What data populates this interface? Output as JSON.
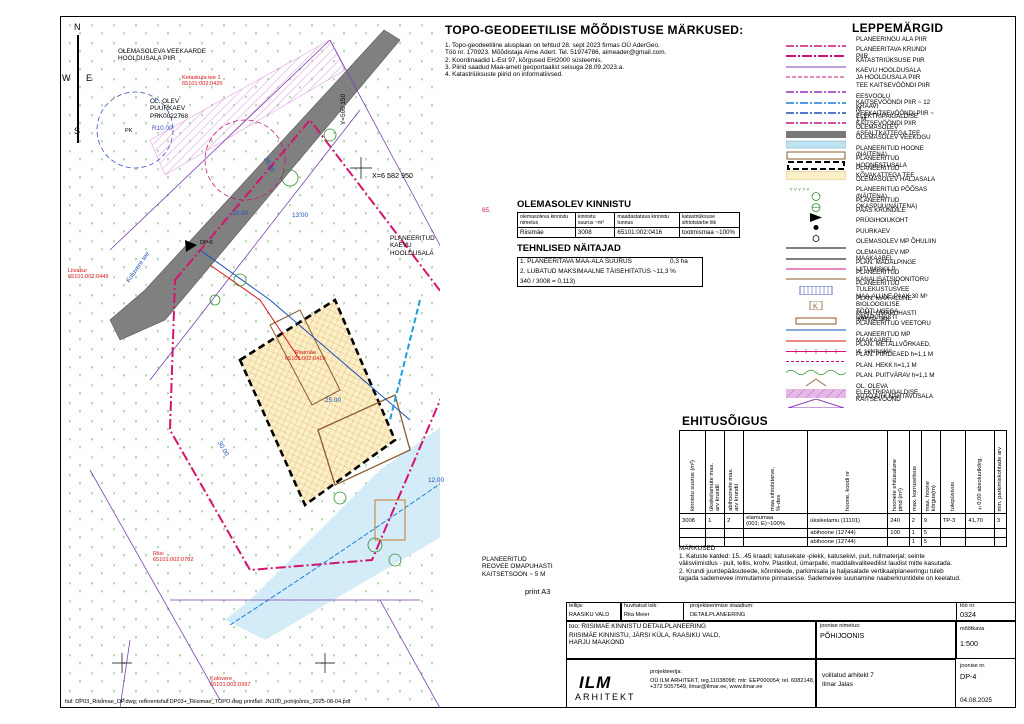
{
  "file_path_line": "fail: DP03_Riisimae_DP.dwg;  referentsfail:DP03+_Riisimae_TOPO.dwg printfail:  JN100_pohijoonis_2025-08-04.pdf",
  "compass": {
    "n": "N",
    "w": "W",
    "e": "E",
    "s": "S"
  },
  "topo": {
    "title": "TOPO-GEODEETILISE MÕÕDISTUSE MÄRKUSED:",
    "lines": "1. Topo-geodeetiline alusplaan on tehtud 28. sept 2023 firmas OÜ AderGeo.\nTöö nr. 170923. Mõõdistaja Aime Adert. Tel. 51974786, aimeader@gmail.com.\n2. Koordinaadid L-Est 97, kõrgused EH2000 süsteemis.\n3. Piirid saadud Maa-ameti geoportaalist seisuga 28.09.2023.a.\n4. Katastriüksuste piirid on informatiivsed."
  },
  "kinnistu": {
    "title": "OLEMASOLEV KINNISTU",
    "headers": [
      "olemasoleva kinnistu nimetus",
      "kinnistu suurus ~m²",
      "maadastatava kinnistu tunnus",
      "katastriüksuse sihtotstarbe liik"
    ],
    "row": [
      "Riisimäe",
      "3008",
      "65101:002:0416",
      "tootmismaa ~100%"
    ]
  },
  "tehnilised": {
    "title": "TEHNLISED NÄITAJAD",
    "r1_label": "1. PLANEERITAVA MAA-ALA SUURUS",
    "r1_value": "0,3 ha",
    "r2_label": "2. LUBATUD MAKSIMAALNE TÄISEHITATUS ~11,3 %",
    "r2_calc": "340 / 3008 = 0,113)"
  },
  "legend": {
    "title": "LEPPEMÄRGID",
    "items": [
      {
        "label": "PLANEERINGU ALA PIIR",
        "color": "#d4146e",
        "style": "dashdot"
      },
      {
        "label": "PLANEERITAVA KRUNDI PIIR",
        "color": "#c8147a",
        "style": "dashdot2"
      },
      {
        "label": "KATASTRIÜKSUSE PIIR",
        "color": "#7b3fb3",
        "style": "solid"
      },
      {
        "label": "KAEVU HOOLDUSALA\nJA HOOLDUSALA PIIR",
        "color": "#c8147a",
        "style": "dash"
      },
      {
        "label": "TEE KAITSEVÖÖNDI PIIR",
        "color": "#9a2eb8",
        "style": "dashdot"
      },
      {
        "label": "EESVOOLU KAITSEVÖÖNDI PIIR ~ 12 M",
        "color": "#1a7fd6",
        "style": "dashdot"
      },
      {
        "label": "KRAAVI VEEKAITSEVÖÖNDI PIIR ~ 1 M",
        "color": "#1a4fb6",
        "style": "dashdot"
      },
      {
        "label": "ELEKTRIPAIGALDISE KAITSEVÖÖNDI PIIR",
        "color": "#c8147a",
        "style": "dashdot"
      },
      {
        "label": "OLEMASOLEV ASFALTKATTEGA TEE",
        "color": "#777777",
        "style": "band"
      },
      {
        "label": "OLEMASOLEV VEEKOGU",
        "color": "#bfe3f2",
        "style": "fill"
      },
      {
        "label": "PLANEERITUD HOONE (NÄITENA)",
        "color": "#8b5a2b",
        "style": "box"
      },
      {
        "label": "PLANEERITUD HOONESTUSALA",
        "color": "#000000",
        "style": "thickdash"
      },
      {
        "label": "PLANEERITUD KÕVAKATTEGA TEE",
        "color": "#000000",
        "style": "checker"
      },
      {
        "label": "OLEMASOLEV HALJASALA",
        "color": "#2f8f2f",
        "style": "grass"
      },
      {
        "label": "PLANEERITUD PÕÕSAS (NÄITENA)",
        "color": "#2f8f2f",
        "style": "bush"
      },
      {
        "label": "PLANEERITUD OKASPUU(NÄITENA)",
        "color": "#2f8f2f",
        "style": "tree"
      },
      {
        "label": "PÄÄS KRUNDILE",
        "color": "#000000",
        "style": "arrow"
      },
      {
        "label": "PRÜGIHOIUKOHT",
        "color": "#000000",
        "style": "dot"
      },
      {
        "label": "PUURKAEV",
        "color": "#000000",
        "style": "pk"
      },
      {
        "label": "OLEMASOLEV MP ÕHULIIN",
        "color": "#000000",
        "style": "line"
      },
      {
        "label": "OLEMASOLEV MP MAAKAABEL",
        "color": "#000000",
        "style": "line"
      },
      {
        "label": "PLAN. MADALPINGE LIITUMISKILP",
        "color": "#c8147a",
        "style": "line"
      },
      {
        "label": "PLANEERITUD KANALISATSIOONITORU",
        "color": "#8b5a2b",
        "style": "line"
      },
      {
        "label": "PLANEERITUD TULEKUSTUSVEE\nMAA-ALUNE PAAK 30 M³",
        "color": "#3b4fbf",
        "style": "tank"
      },
      {
        "label": "PLAN. MAA-ALUNE BIOLOOGILISE\nTÖÖTLUSEGA OMAPUHASTI",
        "color": "#8b5a2b",
        "style": "kbox"
      },
      {
        "label": "PLAN. OMAPUHASTI IMBVÄLJAK",
        "color": "#8b5a2b",
        "style": "bracket"
      },
      {
        "label": "PLANEERITUD VEETORU",
        "color": "#1a4fb6",
        "style": "line"
      },
      {
        "label": "PLANEERITUD MP MAAKAABEL",
        "color": "#d41414",
        "style": "line"
      },
      {
        "label": "PLAN. METALLVÕRKAED, vt. seletuskiri",
        "color": "#d4146e",
        "style": "fence"
      },
      {
        "label": "PLAN. PIIRDEAED h=1,1 M",
        "color": "#c8147a",
        "style": "fence2"
      },
      {
        "label": "PLAN. HEKK h=1,1 M",
        "color": "#2f8f2f",
        "style": "hedge"
      },
      {
        "label": "PLAN. PUITVÄRAV h=1,1 M",
        "color": "#8b5a2b",
        "style": "gate"
      },
      {
        "label": "OL. OLEVA ELEKTRIPAIGALDISE KAITSEVÖÖND",
        "color": "#e6b8e6",
        "style": "hatch"
      },
      {
        "label": "AUTOJUHI NÄHTAVUSALA",
        "color": "#8a3fb3",
        "style": "triangle"
      }
    ]
  },
  "ehitusoigus": {
    "title": "EHITUSÕIGUS",
    "headers": [
      "kinnistu suurus (m²)",
      "üksikelamute max.\narv krundil",
      "abihoonete max.\narv krundil",
      "maa sihtotstarve,\n%-des",
      "hoone, koodi nr",
      "hoonete ehitusalune\npind (m²)",
      "max. korruselisus",
      "max. hoone\nkõrgus(m)",
      "tulepüsivus",
      "±0,00 absoluutkõrg.",
      "min. parkimiskohtade arv"
    ],
    "rows": [
      [
        "3008",
        "1",
        "2",
        "elamumaa\n(001; E)~100%",
        "üksikelamu (11101)",
        "240",
        "2",
        "9",
        "TP-3",
        "41,70",
        "3"
      ],
      [
        "",
        "",
        "",
        "",
        "abihoone (12744)",
        "100",
        "1",
        "5",
        "",
        "",
        ""
      ],
      [
        "",
        "",
        "",
        "",
        "abihoone (12744)",
        "",
        "1",
        "5",
        "",
        "",
        ""
      ]
    ],
    "notes_title": "MÄRKUSED",
    "notes": "1. Katuste kalded: 15...45 kraadi; katusekate -plekk, katusekivi, puit, rullmaterjal; seinte\nvälisviimistlus - puit, tellis, krohv. Plastikut, ümarpalki, maddalkvaliteedilist laudist mitte kasutada.\n2. Krundi juurdepääsuteede, kõnniteede, parkimisala ja haljasalade vertikaalplaneeringu tuleb\ntagada sademevee immutamine pinnasesse. Sademevee suunamine naaberkruntidele on keelatud."
  },
  "map_labels": {
    "ol_veehoolde": "OLEMASOLEVA VEEKAARDE\nHOOLDUSALA PIIR",
    "ol_puurkaev": "OL. OLEV\nPUURKAEV\nPRK0022768",
    "pk1": "PK",
    "r10": "R10.00",
    "plan_kaevu": "PLANEERITUD\nKAEVU\nHOOLDUSALA",
    "plan_reovee": "PLANEERITUD\nREOVEE OMAPUHASTI\nKAITSETSOON ~ 5 M",
    "y_coord": "Y=560 150",
    "x_coord": "X=6 582 950",
    "dp6": "DP-6",
    "dp_label": "65.",
    "riisimae": "Riisimäe\n65101:002:0416",
    "liivakur": "Liivakur\n65101:002:0449",
    "riisi": "Riisi\n65101:002:0782",
    "kolovere_bottom": "Kolovere\n65101:002:0397",
    "ketaskula": "Ketaskula tee 1\n65101:002:0426",
    "koluvere_tee": "Koluvere tee",
    "dim_13": "13.00",
    "dim_10": "10.00",
    "dim_25": "25.00",
    "dim_30": "30.00",
    "dim_12": "12.00",
    "dim_26": "26.00",
    "print_a3": "print A3"
  },
  "title_block": {
    "tellija_lbl": "tellija:",
    "tellija": "RAASIKU VALD",
    "huvitatud_lbl": "huvitatud isik:",
    "huvitatud": "Rita Meier",
    "staadium_lbl": "projekteerimise staadium:",
    "staadium": "DETAILPLANEERING",
    "too_nr_lbl": "töö nr.",
    "too_nr": "0324",
    "too_lbl": "too: RIISIMAE KINNISTU DETAILPLANEERING",
    "too_lines": "RIISIMÄE KINNISTU, JÄRSI KÜLA, RAASIKU VALD,\nHARJU MAAKOND",
    "joonis_lbl": "joonise nimetus:",
    "joonis": "PÕHIJOONIS",
    "moot_lbl": "mõõtkava",
    "moot": "1:500",
    "proj_lbl": "projekteerija:",
    "proj": "OÜ ILM ARHITEKT, reg.11038098; mtr: EEP000054; tel. 6082148,\n+372 5057549, ilmar@ilmar.ee, www.ilmar.ee",
    "logo": "ILM",
    "logo_sub": "ARHITEKT",
    "vol_lbl": "volitatud arhitekt 7",
    "vol": "Ilmar Jalas",
    "joonise_nr_lbl": "joonise nr.",
    "joonise_nr": "DP-4",
    "date": "04.08.2025"
  }
}
